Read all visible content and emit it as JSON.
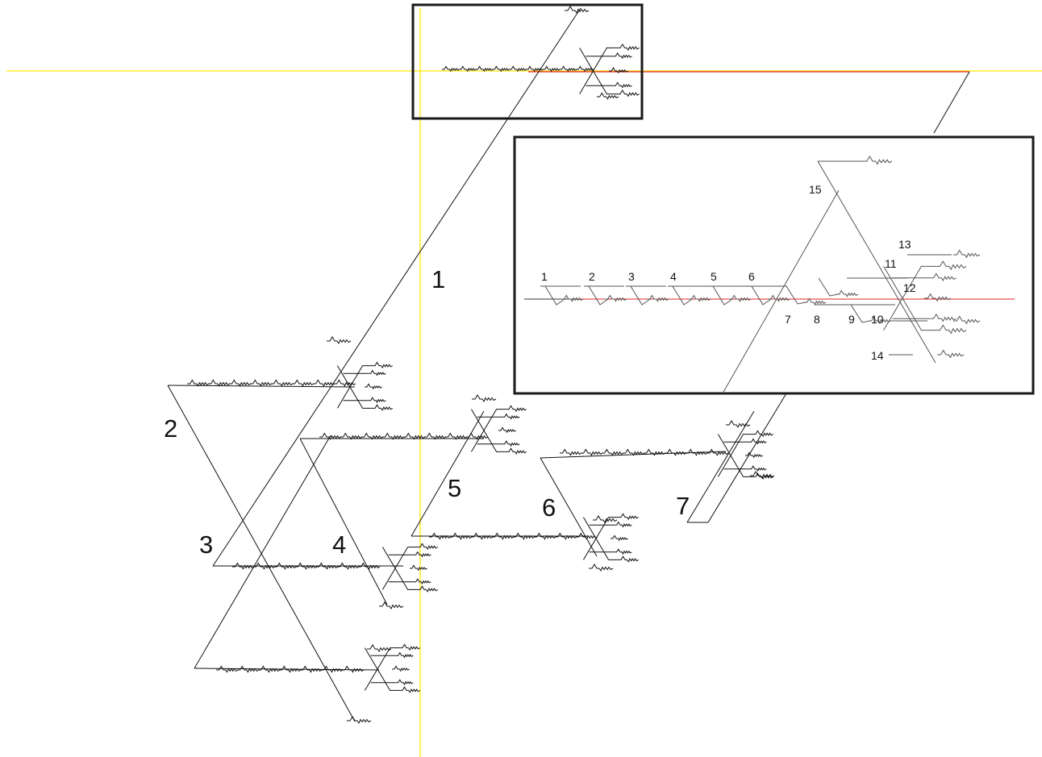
{
  "colors": {
    "background": "#ffffff",
    "line": "#111111",
    "yellow_axis": "#ffe600",
    "red_axis": "#e0262c",
    "frame": "#1a1a1a"
  },
  "main_labels": [
    "1",
    "2",
    "3",
    "4",
    "5",
    "6",
    "7"
  ],
  "inset_labels": [
    "1",
    "2",
    "3",
    "4",
    "5",
    "6",
    "7",
    "8",
    "9",
    "10",
    "11",
    "12",
    "13",
    "14",
    "15"
  ]
}
